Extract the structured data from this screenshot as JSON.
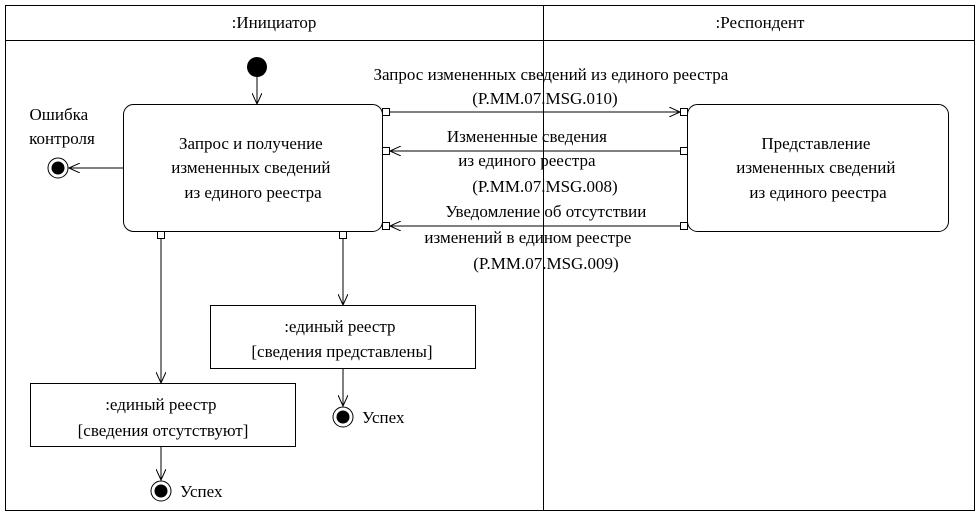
{
  "lanes": {
    "initiator": ":Инициатор",
    "respondent": ":Респондент"
  },
  "activities": {
    "request": [
      "Запрос и получение",
      "измененных сведений",
      "из единого реестра"
    ],
    "provide": [
      "Представление",
      "измененных сведений",
      "из единого реестра"
    ]
  },
  "objects": {
    "provided": [
      ":единый реестр",
      "[сведения представлены]"
    ],
    "absent": [
      ":единый реестр",
      "[сведения отсутствуют]"
    ]
  },
  "messages": {
    "request": [
      "Запрос измененных сведений из единого реестра",
      "(P.MM.07.MSG.010)"
    ],
    "changed": [
      "Измененные сведения",
      "из единого реестра",
      "(P.MM.07.MSG.008)"
    ],
    "no_changes": [
      "Уведомление об отсутствии",
      "изменений в едином реестре",
      "(P.MM.07.MSG.009)"
    ]
  },
  "finals": {
    "error": [
      "Ошибка",
      "контроля"
    ],
    "success_1": "Успех",
    "success_2": "Успех"
  }
}
